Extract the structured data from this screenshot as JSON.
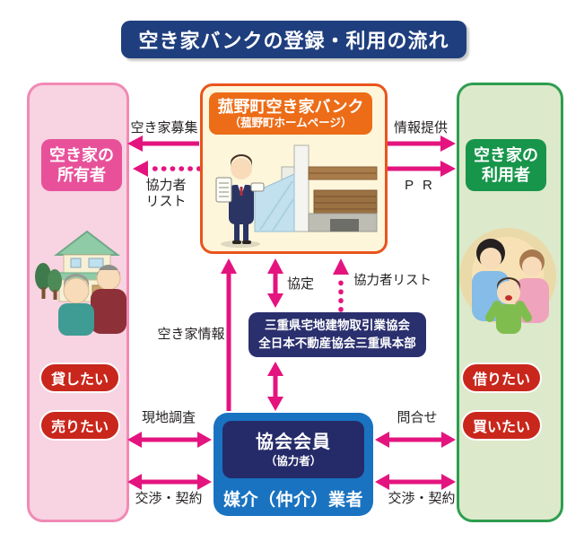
{
  "title": "空き家バンクの登録・利用の流れ",
  "owner_panel": {
    "header": "空き家の\n所有者",
    "illustration": "elderly-couple-with-house",
    "tags": [
      "貸したい",
      "売りたい"
    ]
  },
  "user_panel": {
    "header": "空き家の\n利用者",
    "illustration": "young-family",
    "tags": [
      "借りたい",
      "買いたい"
    ]
  },
  "bank_box": {
    "title": "菰野町空き家バンク",
    "subtitle": "（菰野町ホームページ）",
    "illustration": "town-staff-with-town-hall"
  },
  "association_box": {
    "line1": "三重県宅地建物取引業協会",
    "line2": "全日本不動産協会三重県本部"
  },
  "member_box": {
    "title": "協会会員",
    "subtitle": "（協力者）",
    "footer": "媒介（仲介）業者"
  },
  "arrow_labels": {
    "akiya_boshu": "空き家募集",
    "kyoryokusha_list_left": "協力者\nリスト",
    "joho_teikyo": "情報提供",
    "pr": "P R",
    "kyotei": "協定",
    "kyoryokusha_list_center": "協力者リスト",
    "akiya_joho": "空き家情報",
    "genchi_chosa": "現地調査",
    "kosho_keiyaku_left": "交渉・契約",
    "toiawase": "問合せ",
    "kosho_keiyaku_right": "交渉・契約"
  },
  "colors": {
    "arrow": "#E4147F",
    "title_bg": "#1E3E7E",
    "owner_panel_bg": "#F8D3E2",
    "owner_panel_border": "#F08AB4",
    "owner_header_bg": "#E8519A",
    "user_panel_bg": "#DCE9CB",
    "user_panel_border": "#2E9E4F",
    "user_header_bg": "#17954B",
    "tag_bg": "#C9271C",
    "bank_border": "#E9541C",
    "bank_bg": "#FDF6DB",
    "bank_header_bg": "#EC6C17",
    "association_bg": "#2A2F6E",
    "member_outer_bg": "#1973C1",
    "member_inner_bg": "#252B69",
    "label_color": "#231F20"
  }
}
